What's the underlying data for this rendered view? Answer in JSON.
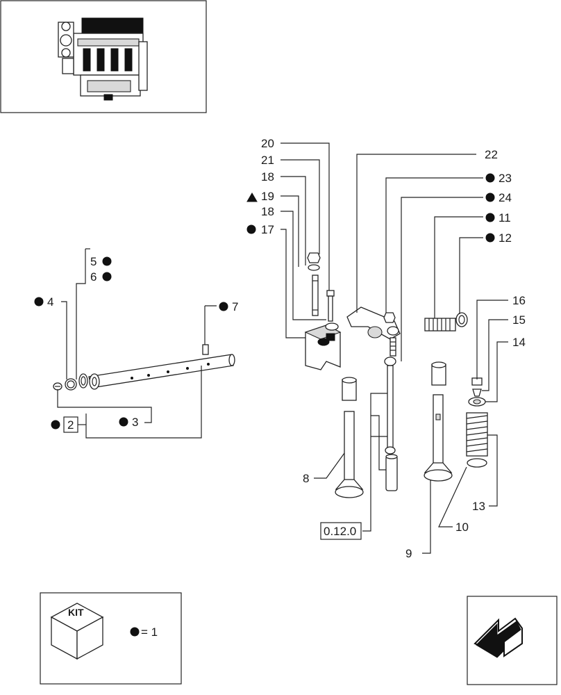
{
  "labels": {
    "p20": "20",
    "p21": "21",
    "p18a": "18",
    "p19": "19",
    "p18b": "18",
    "p17": "17",
    "p22": "22",
    "p23": "23",
    "p24": "24",
    "p11": "11",
    "p12": "12",
    "p5": "5",
    "p6": "6",
    "p4": "4",
    "p7": "7",
    "p2": "2",
    "p3": "3",
    "p16": "16",
    "p15": "15",
    "p14": "14",
    "p13": "13",
    "p10": "10",
    "p8": "8",
    "p9": "9",
    "ref": "0.12.0"
  },
  "legend": {
    "kit_text": "KIT",
    "equals_text": "= 1"
  },
  "icons": {
    "bullet": "black-dot-icon",
    "triangle": "black-triangle-icon",
    "nav": "return-arrow-icon"
  }
}
